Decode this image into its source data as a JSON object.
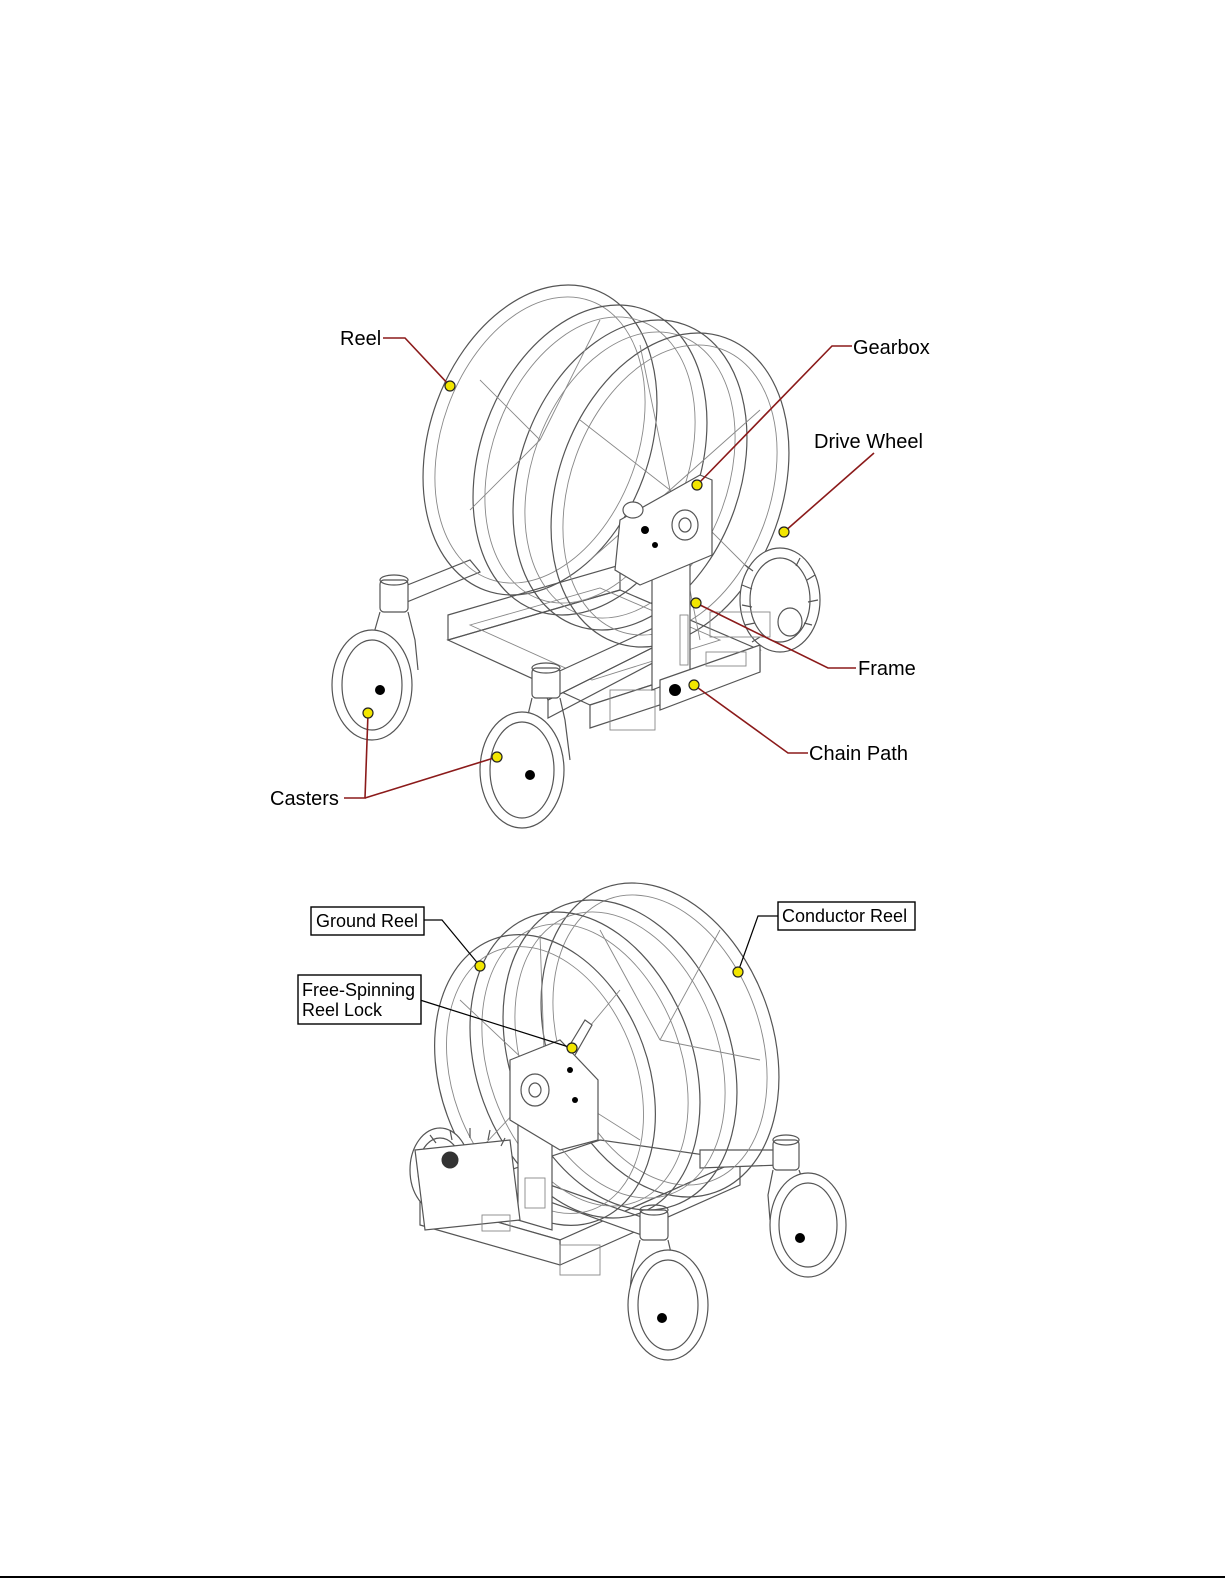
{
  "figure_top": {
    "labels": {
      "reel": "Reel",
      "gearbox": "Gearbox",
      "drive_wheel": "Drive Wheel",
      "frame": "Frame",
      "chain_path": "Chain Path",
      "casters": "Casters"
    }
  },
  "figure_bottom": {
    "labels": {
      "ground_reel": "Ground Reel",
      "conductor_reel": "Conductor Reel",
      "free_spinning_line1": "Free-Spinning",
      "free_spinning_line2": "Reel Lock"
    }
  },
  "colors": {
    "leader_line": "#8b1a1a",
    "callout_dot": "#f2e600",
    "drawing_line": "#555555"
  }
}
